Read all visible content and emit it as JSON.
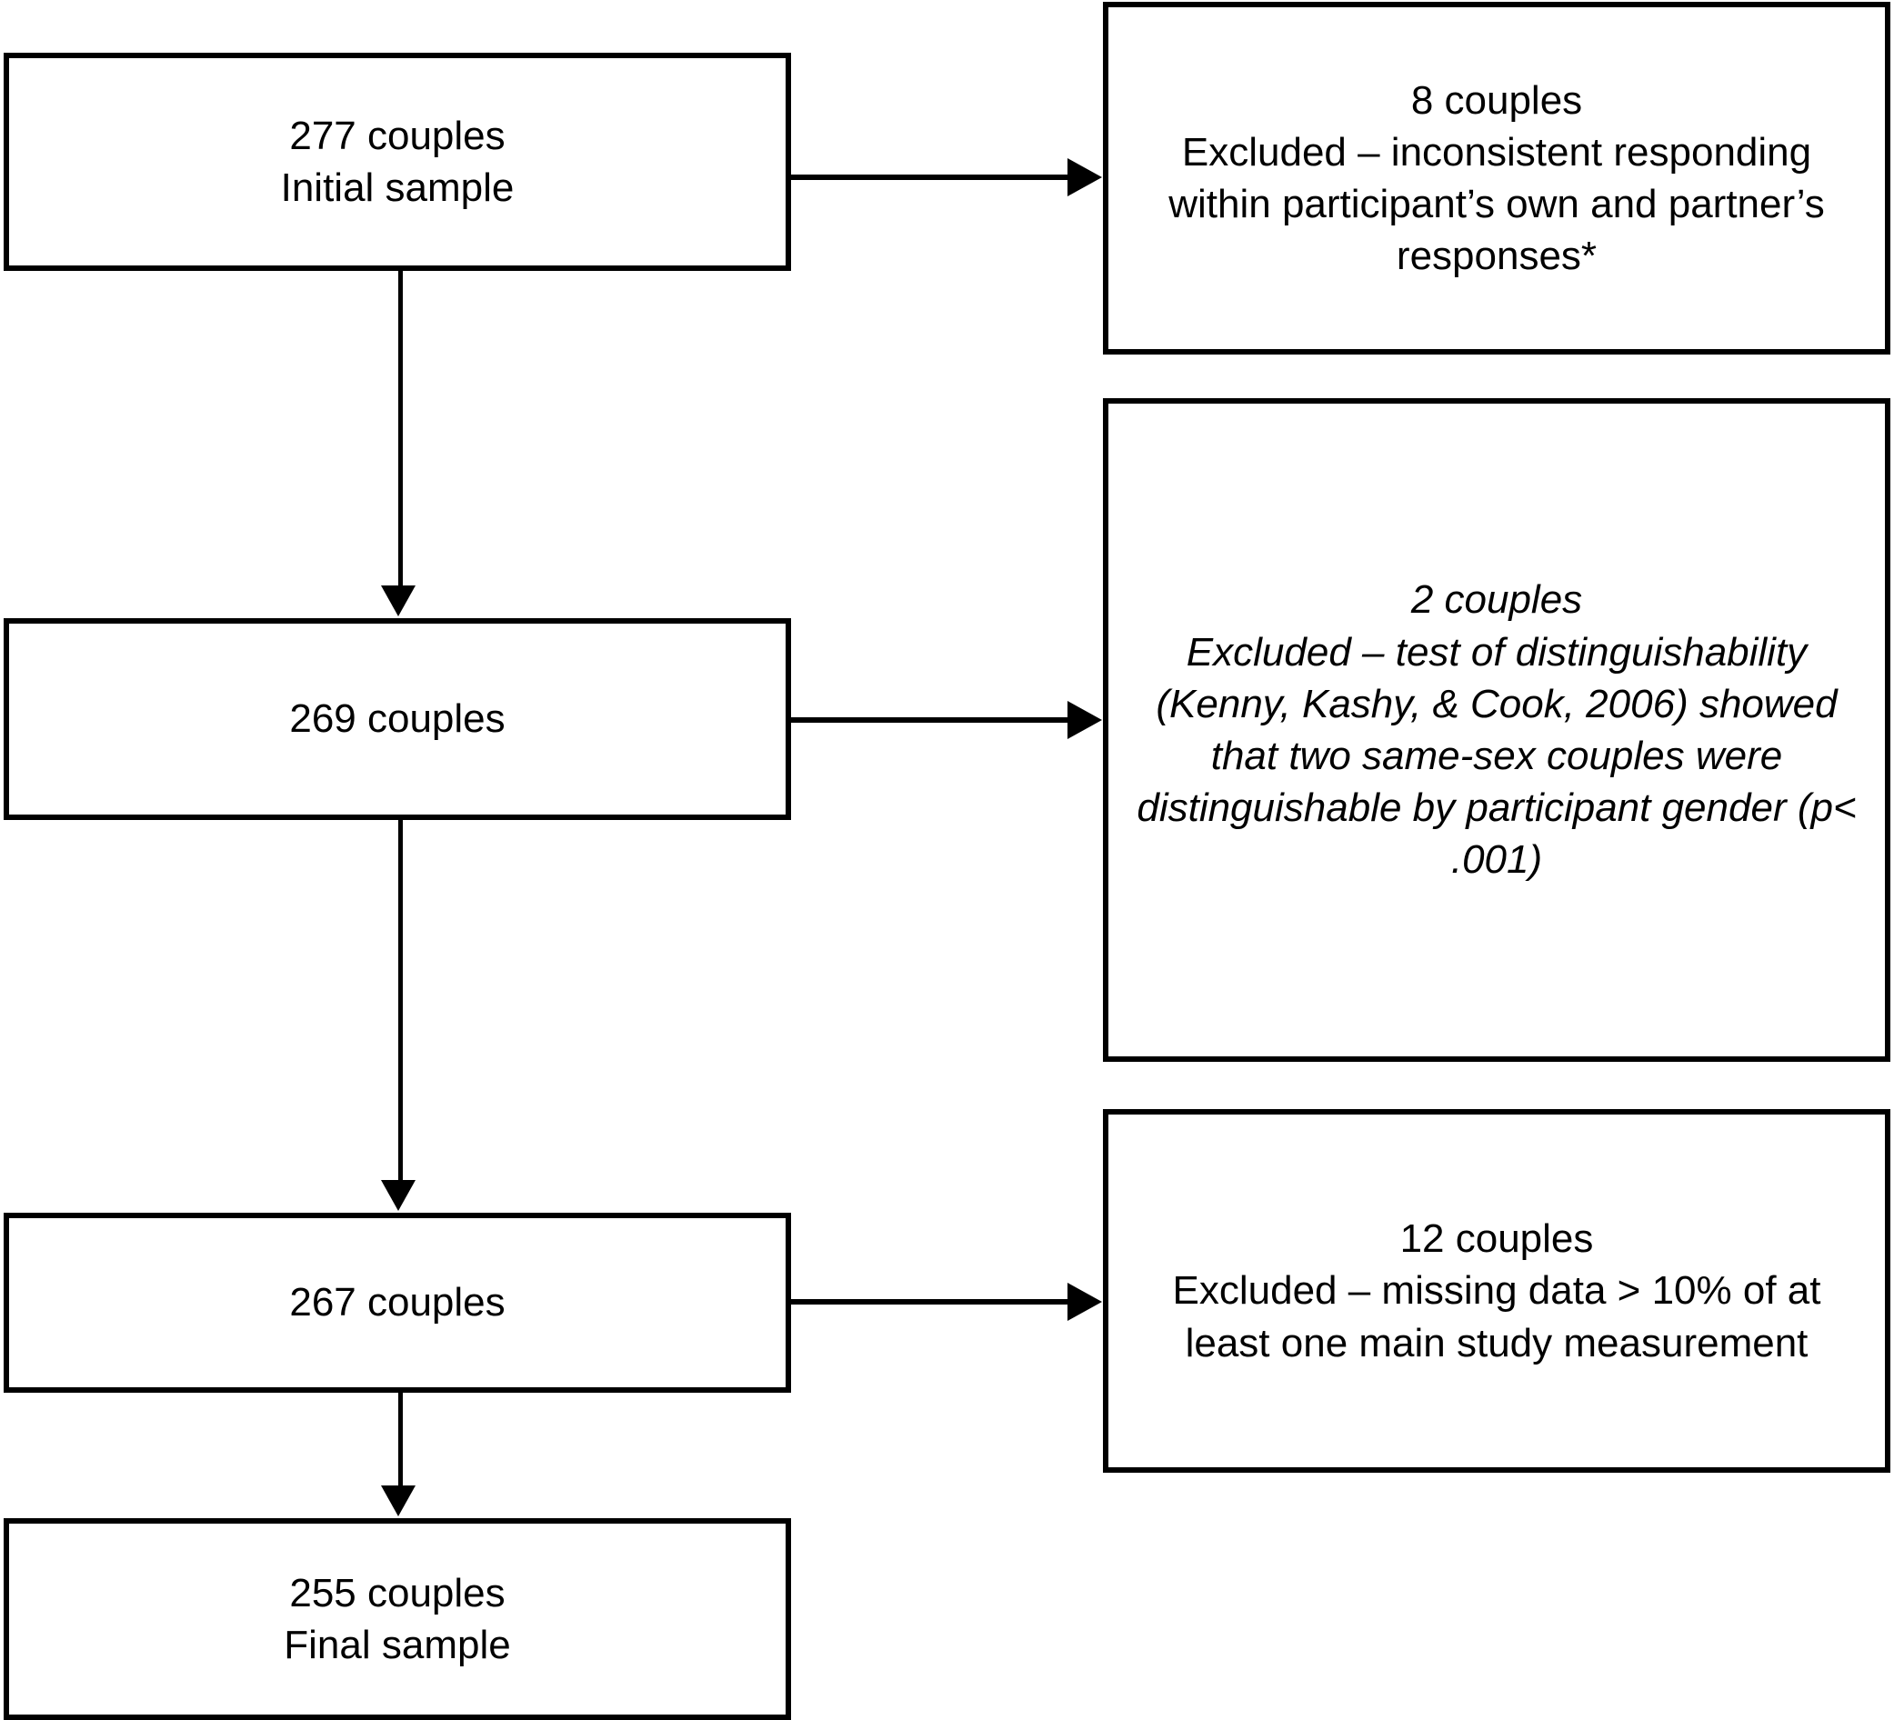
{
  "diagram": {
    "type": "participant-flow-chart",
    "nodes": {
      "initial_sample": {
        "text": "277 couples\nInitial sample",
        "count": 277,
        "label": "Initial sample"
      },
      "after_exclusion_1": {
        "text": "269 couples",
        "count": 269
      },
      "after_exclusion_2": {
        "text": "267 couples",
        "count": 267
      },
      "final_sample": {
        "text": "255 couples\nFinal sample",
        "count": 255,
        "label": "Final sample"
      },
      "exclusion_1": {
        "text": "8 couples\nExcluded – inconsistent responding within participant’s own and partner’s responses*",
        "count": 8
      },
      "exclusion_2": {
        "text": "2 couples\nExcluded – test of distinguishability (Kenny, Kashy, & Cook, 2006) showed that two same-sex couples were distinguishable by participant gender (p< .001)",
        "count": 2
      },
      "exclusion_3": {
        "text": "12 couples\nExcluded – missing data > 10% of at least one main study measurement",
        "count": 12
      }
    },
    "colors": {
      "stroke": "#000000",
      "fill": "#ffffff",
      "text": "#000000"
    }
  }
}
